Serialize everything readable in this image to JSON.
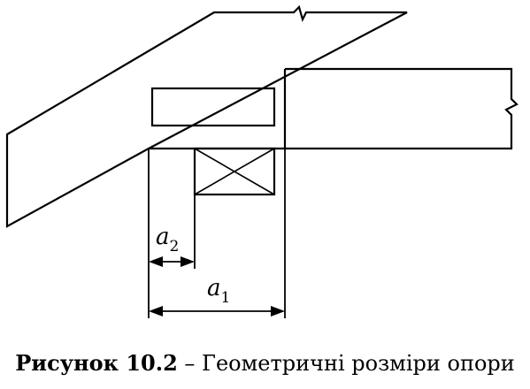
{
  "figure": {
    "caption_label": "Рисунок 10.2",
    "caption_separator": " – ",
    "caption_text": "Геометричні розміри опори"
  },
  "dimensions": {
    "a1": {
      "symbol": "a",
      "subscript": "1"
    },
    "a2": {
      "symbol": "a",
      "subscript": "2"
    }
  },
  "colors": {
    "ink": "#000000",
    "background": "#ffffff"
  }
}
